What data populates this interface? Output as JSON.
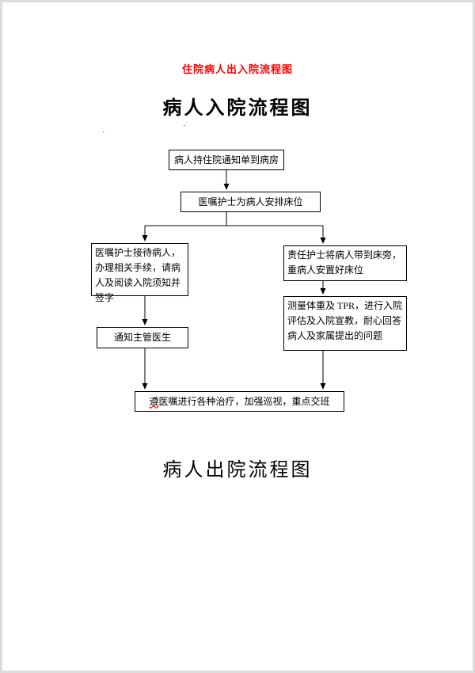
{
  "page": {
    "red_title": "住院病人出入院流程图",
    "heading_admission": "病人入院流程图",
    "heading_discharge": "病人出院流程图",
    "stray_mark_1": "·",
    "stray_mark_2": "·"
  },
  "flowchart": {
    "boxes": {
      "notice": "病人持住院通知单到病房",
      "arrange_bed": "医嘱护士为病人安排床位",
      "reception": "医嘱护士接待病人，办理相关手续，请病人及阅读入院须知并签字",
      "bedside": "责任护士将病人带到床旁，重病人安置好床位",
      "assessment": "测量体重及 TPR，进行入院评估及入院宣教，耐心回答病人及家属提出的问题",
      "notify_doctor": "通知主管医生",
      "treatment_first_char": "遵",
      "treatment_rest": "医嘱进行各种治疗，加强巡视，重点交班"
    }
  },
  "colors": {
    "title_red": "#ff0000",
    "box_border": "#000000",
    "page_frame": "#dcdcdc"
  }
}
